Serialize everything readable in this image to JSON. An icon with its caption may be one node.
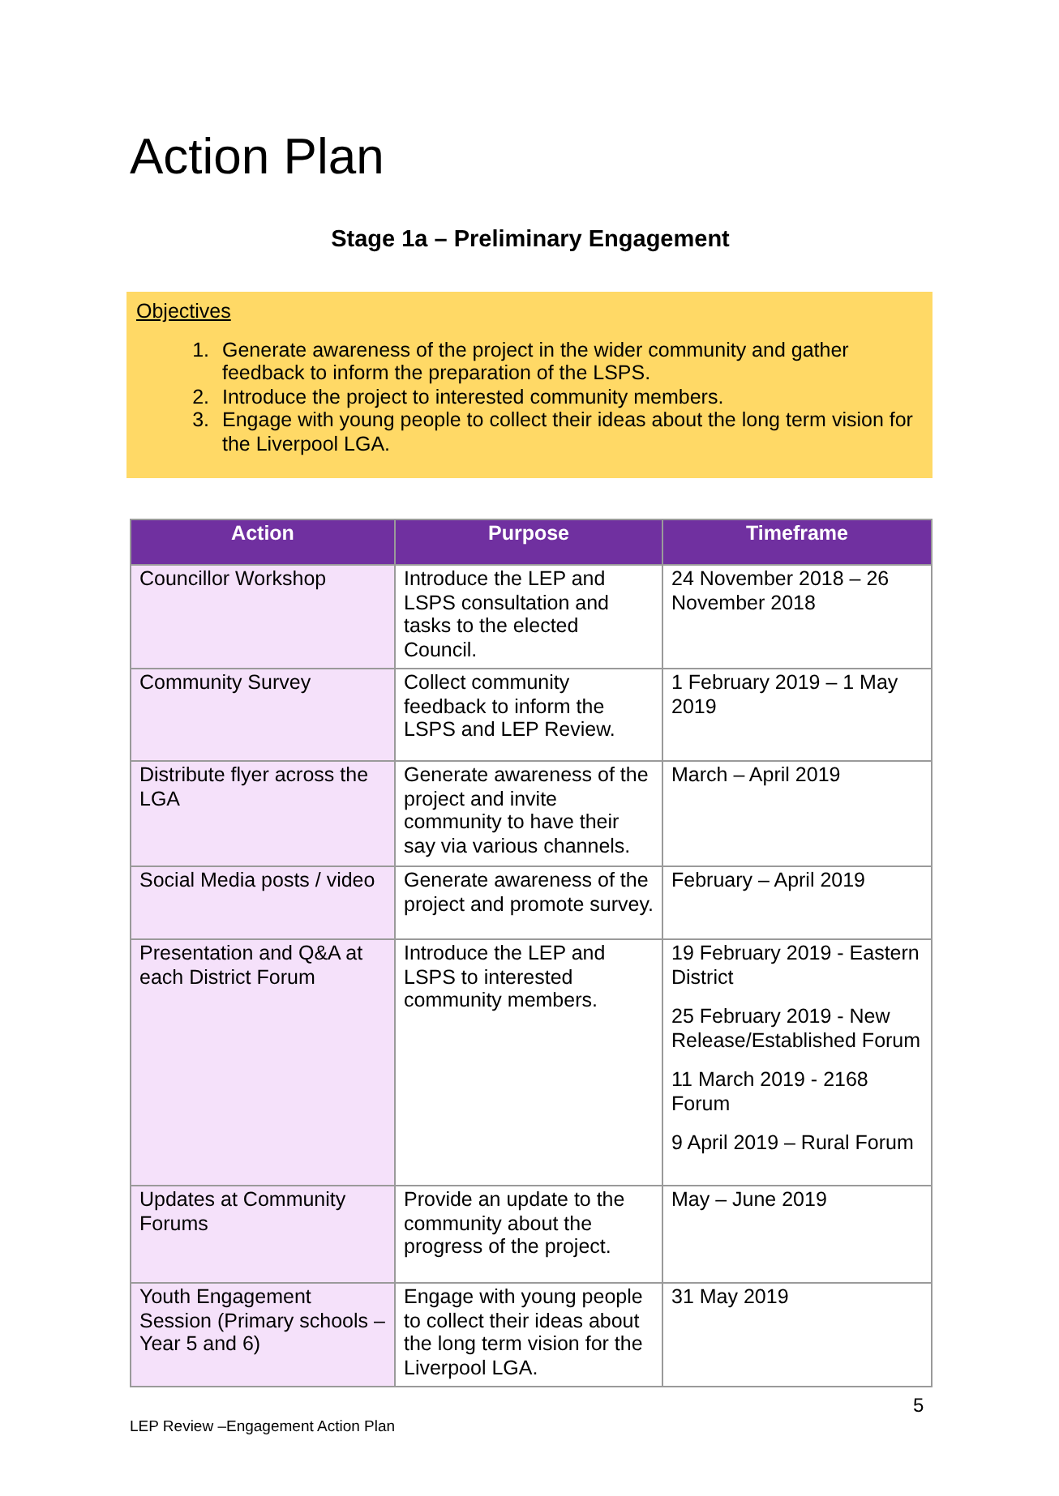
{
  "diagram": {
    "title": "Action Plan",
    "nodes": [
      {
        "text": [
          "Objectives",
          "1.",
          "Generate awareness of the project in the wider community and gather feedback to inform the preparation of the LSPS.",
          "2.",
          "Introduce the project to interested community members.",
          "3.",
          "Engage with young people to collect their ideas about the long term vision for the Liverpool LGA."
        ]
      }
    ],
    "labels": [
      "Stage 1a – Preliminary Engagement",
      "Action",
      "Purpose",
      "Timeframe",
      "Councillor Workshop",
      "Introduce the LEP and LSPS consultation and tasks to the elected Council.",
      "24 November 2018 – 26 November 2018",
      "Community Survey",
      "Collect community feedback to inform the LSPS and LEP Review.",
      "1 February 2019 – 1 May 2019",
      "Distribute flyer across the LGA",
      "Generate awareness of the project and invite community to have their say via various channels.",
      "March – April 2019",
      "Social Media posts / video",
      "Generate awareness of the project and promote survey.",
      "February – April 2019",
      "Presentation and Q&A at each District Forum",
      "Introduce the LEP and LSPS to interested community members.",
      "19 February 2019 - Eastern District",
      "25 February 2019 - New Release/Established Forum",
      "11 March 2019 - 2168 Forum",
      "9 April 2019 – Rural Forum",
      "Updates at Community Forums",
      "Provide an update to the community about the progress of the project.",
      "May – June 2019",
      "Youth Engagement Session (Primary schools – Year 5 and 6)",
      "Engage with young people to collect their ideas about the long term vision for the Liverpool LGA.",
      "31 May 2019",
      "5",
      "LEP Review –Engagement Action Plan"
    ]
  }
}
